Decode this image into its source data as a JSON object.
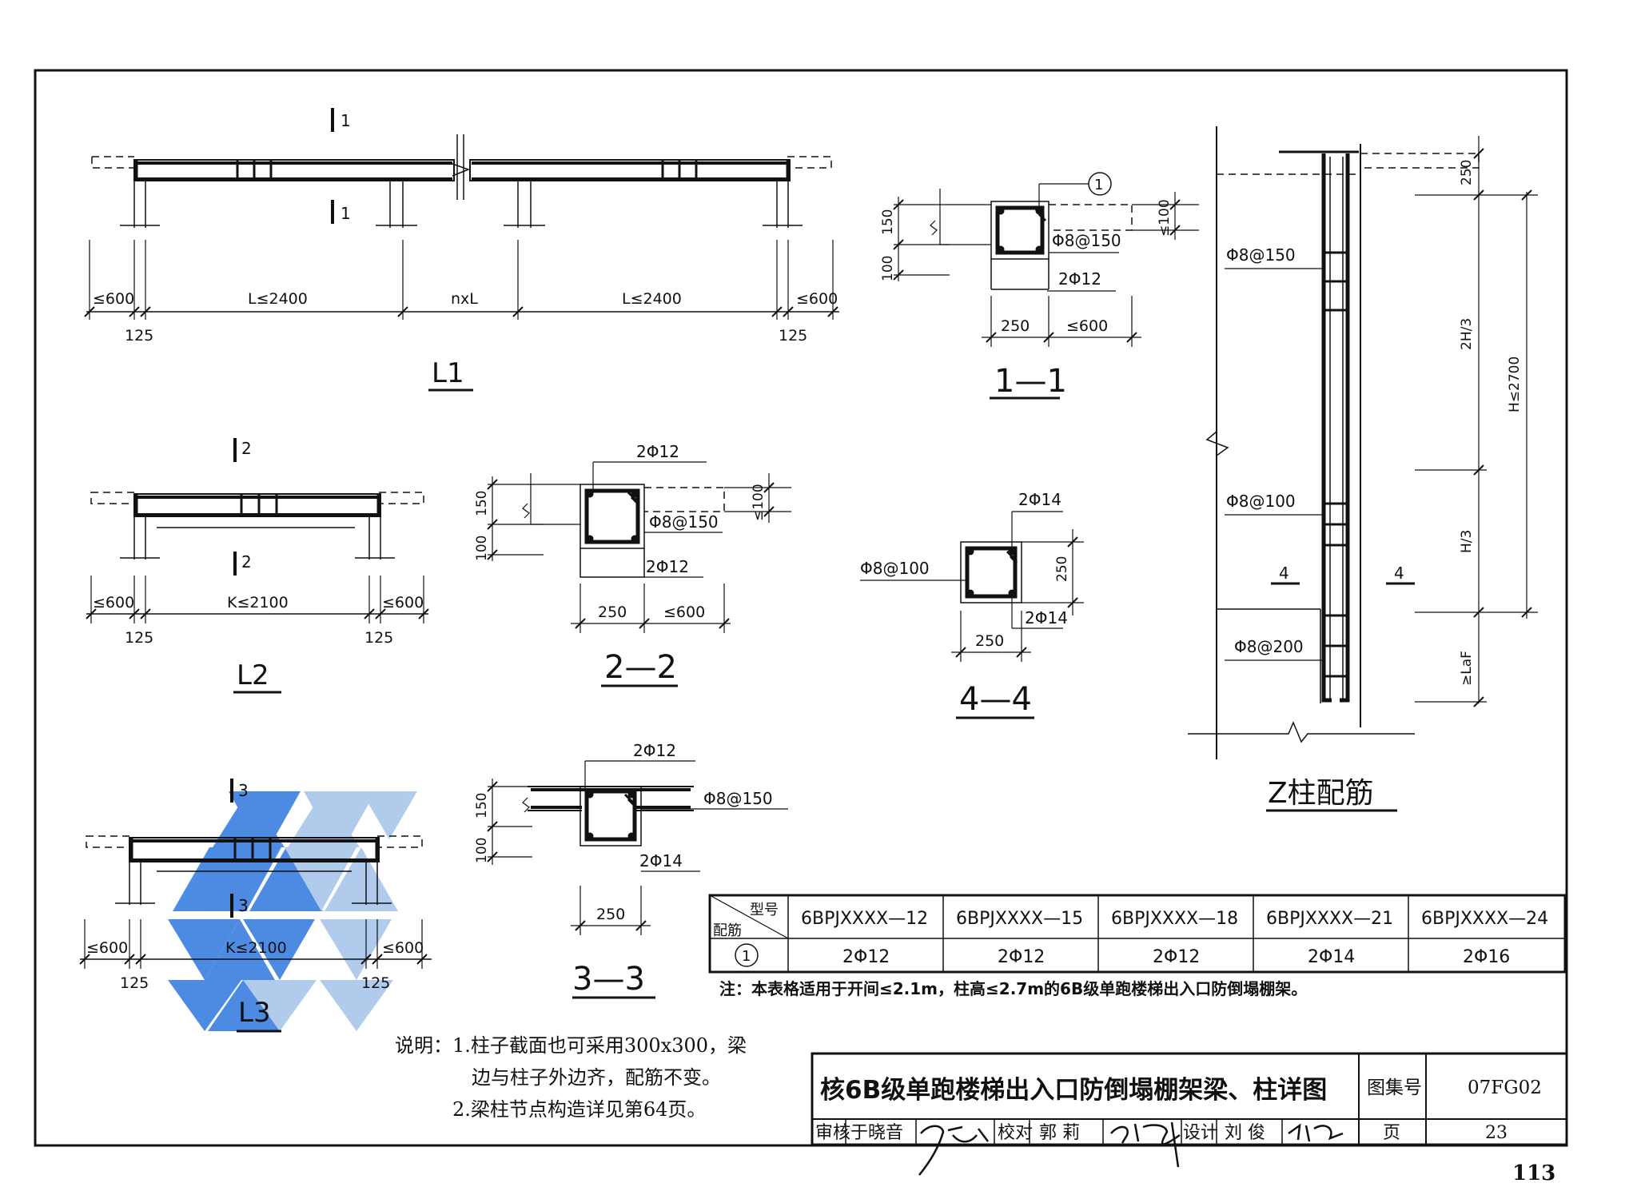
{
  "page_number": "113",
  "sections": {
    "l1": {
      "section_mark": "1",
      "dim_end_left": "≤600",
      "dim_span_left": "L≤2400",
      "dim_mid": "nxL",
      "dim_span_right": "L≤2400",
      "dim_end_right": "≤600",
      "dim_col_left": "125",
      "dim_col_right": "125",
      "title": "L1"
    },
    "l2": {
      "section_mark": "2",
      "dim_end_left": "≤600",
      "dim_span": "K≤2100",
      "dim_end_right": "≤600",
      "dim_col_left": "125",
      "dim_col_right": "125",
      "title": "L2"
    },
    "l3": {
      "section_mark": "3",
      "dim_end_left": "≤600",
      "dim_span": "K≤2100",
      "dim_end_right": "≤600",
      "dim_col_left": "125",
      "dim_col_right": "125",
      "title": "L3"
    },
    "s11": {
      "callout": "1",
      "stirrup": "Φ8@150",
      "bars": "2Φ12",
      "dim_h1": "150",
      "dim_h2": "100",
      "dim_h3": "≤100",
      "dim_w1": "250",
      "dim_w2": "≤600",
      "title": "1—1"
    },
    "s22": {
      "bars_top": "2Φ12",
      "stirrup": "Φ8@150",
      "bars_bottom": "2Φ12",
      "dim_h1": "150",
      "dim_h2": "100",
      "dim_h3": "≤100",
      "dim_w1": "250",
      "dim_w2": "≤600",
      "title": "2—2"
    },
    "s33": {
      "bars_top": "2Φ12",
      "stirrup": "Φ8@150",
      "bars_bottom": "2Φ14",
      "dim_h1": "150",
      "dim_h2": "100",
      "dim_w1": "250",
      "title": "3—3"
    },
    "s44": {
      "bars_top": "2Φ14",
      "stirrup": "Φ8@100",
      "bars_bottom": "2Φ14",
      "dim_h": "250",
      "dim_w": "250",
      "title": "4—4"
    },
    "zcol": {
      "stirrup_top": "Φ8@150",
      "stirrup_mid": "Φ8@100",
      "stirrup_bottom": "Φ8@200",
      "section_mark": "4",
      "dim_top": "250",
      "dim_2h3": "2H/3",
      "dim_h3": "H/3",
      "dim_h": "H≤2700",
      "dim_laf": "≥LaF",
      "title": "Z柱配筋"
    }
  },
  "table": {
    "header_top": "型号",
    "header_bottom": "配筋",
    "models": [
      "6BPJXXXX—12",
      "6BPJXXXX—15",
      "6BPJXXXX—18",
      "6BPJXXXX—21",
      "6BPJXXXX—24"
    ],
    "row_label": "1",
    "rebar": [
      "2Φ12",
      "2Φ12",
      "2Φ12",
      "2Φ14",
      "2Φ16"
    ],
    "note": "注：本表格适用于开间≤2.1m，柱高≤2.7m的6B级单跑楼梯出入口防倒塌棚架。"
  },
  "explanation": {
    "label": "说明：",
    "line1": "1.柱子截面也可采用300x300，梁",
    "line2": "边与柱子外边齐，配筋不变。",
    "line3": "2.梁柱节点构造详见第64页。"
  },
  "title_block": {
    "title": "核6B级单跑楼梯出入口防倒塌棚架梁、柱详图",
    "atlas_label": "图集号",
    "atlas_value": "07FG02",
    "review_label": "审核",
    "review_name": "于晓音",
    "check_label": "校对",
    "check_name": "郭 莉",
    "design_label": "设计",
    "design_name": "刘 俊",
    "page_label": "页",
    "page_value": "23"
  },
  "colors": {
    "ink": "#111111",
    "watermark_dark": "#3a7fe0",
    "watermark_light": "#a9c6ea"
  }
}
